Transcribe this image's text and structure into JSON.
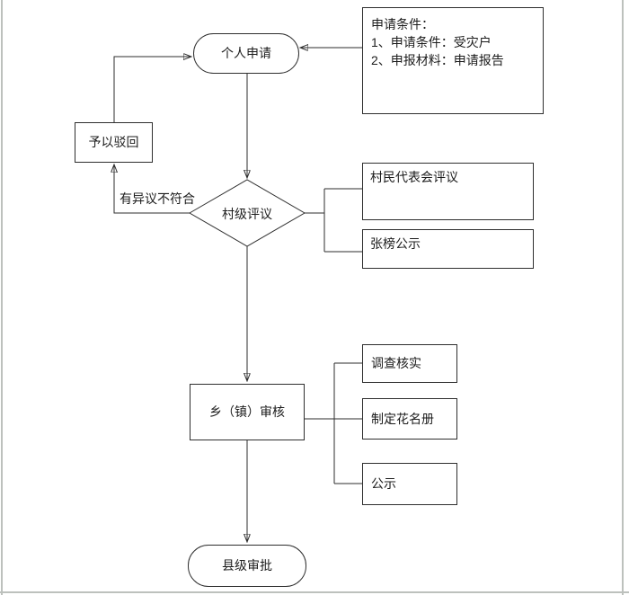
{
  "page": {
    "background": "#ffffff",
    "edge_color": "#bdc1bd"
  },
  "colors": {
    "line": "#2e2e2e",
    "border": "#2e2e2e",
    "text": "#1c1c1c",
    "node_background": "#ffffff"
  },
  "diagram": {
    "type": "flowchart",
    "nodes": {
      "apply": {
        "shape": "terminator",
        "label": "个人申请"
      },
      "conditions_note": {
        "shape": "rectangle",
        "lines": [
          "申请条件：",
          "1、申请条件：受灾户",
          "2、申报材料：申请报告"
        ]
      },
      "reject": {
        "shape": "rectangle",
        "label": "予以驳回"
      },
      "village_review": {
        "shape": "decision",
        "label": "村级评议"
      },
      "rep_meeting": {
        "shape": "rectangle",
        "label": "村民代表会评议"
      },
      "post_announce": {
        "shape": "rectangle",
        "label": "张榜公示"
      },
      "township_review": {
        "shape": "rectangle",
        "label": "乡（镇）审核"
      },
      "investigate": {
        "shape": "rectangle",
        "label": "调查核实"
      },
      "roster": {
        "shape": "rectangle",
        "label": "制定花名册"
      },
      "publicity": {
        "shape": "rectangle",
        "label": "公示"
      },
      "county_approval": {
        "shape": "terminator",
        "label": "县级审批"
      }
    },
    "edges": [
      {
        "from": "conditions_note",
        "to": "apply",
        "arrow": true
      },
      {
        "from": "apply",
        "to": "village_review",
        "arrow": true
      },
      {
        "from": "village_review",
        "to": "reject",
        "arrow": true,
        "label": "有异议不符合"
      },
      {
        "from": "reject",
        "to": "apply",
        "arrow": true
      },
      {
        "from": "village_review",
        "to": "rep_meeting",
        "arrow": false
      },
      {
        "from": "village_review",
        "to": "post_announce",
        "arrow": false
      },
      {
        "from": "village_review",
        "to": "township_review",
        "arrow": true
      },
      {
        "from": "township_review",
        "to": "investigate",
        "arrow": false
      },
      {
        "from": "township_review",
        "to": "roster",
        "arrow": false
      },
      {
        "from": "township_review",
        "to": "publicity",
        "arrow": false
      },
      {
        "from": "township_review",
        "to": "county_approval",
        "arrow": true
      }
    ],
    "edge_labels": {
      "objection": "有异议不符合"
    }
  }
}
